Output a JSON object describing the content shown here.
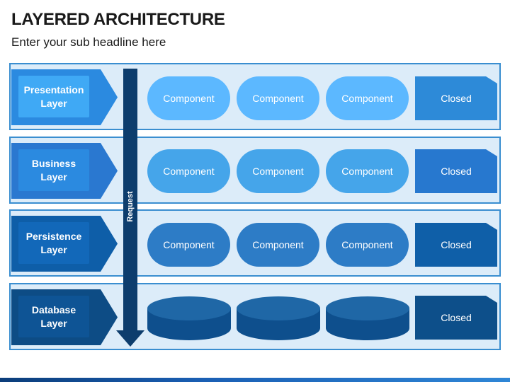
{
  "title": "LAYERED ARCHITECTURE",
  "subtitle": "Enter your sub headline here",
  "arrow_label": "Request",
  "component_label": "Component",
  "closed_label": "Closed",
  "layers": [
    {
      "name": "Presentation\nLayer",
      "tag_color": "#2b8ae0",
      "inner_color": "#3fa9f5",
      "comp_color": "#5cb8ff",
      "closed_color": "#2d8ad8"
    },
    {
      "name": "Business\nLayer",
      "tag_color": "#2a78d0",
      "inner_color": "#2b8ae0",
      "comp_color": "#45a5ea",
      "closed_color": "#2778cf"
    },
    {
      "name": "Persistence\nLayer",
      "tag_color": "#0e5ea8",
      "inner_color": "#1268b9",
      "comp_color": "#2d7cc6",
      "closed_color": "#0f5fa8"
    },
    {
      "name": "Database\nLayer",
      "tag_color": "#0d4c85",
      "inner_color": "#0e5495",
      "comp_color": "#1a5e9a",
      "closed_color": "#0d4f8a"
    }
  ],
  "colors": {
    "row_fill": "#dcecf9",
    "row_border": "#3a8ed0",
    "arrow": "#0d3d6d",
    "disk_top": "#1f67a6",
    "disk_side": "#0e4f8d"
  }
}
